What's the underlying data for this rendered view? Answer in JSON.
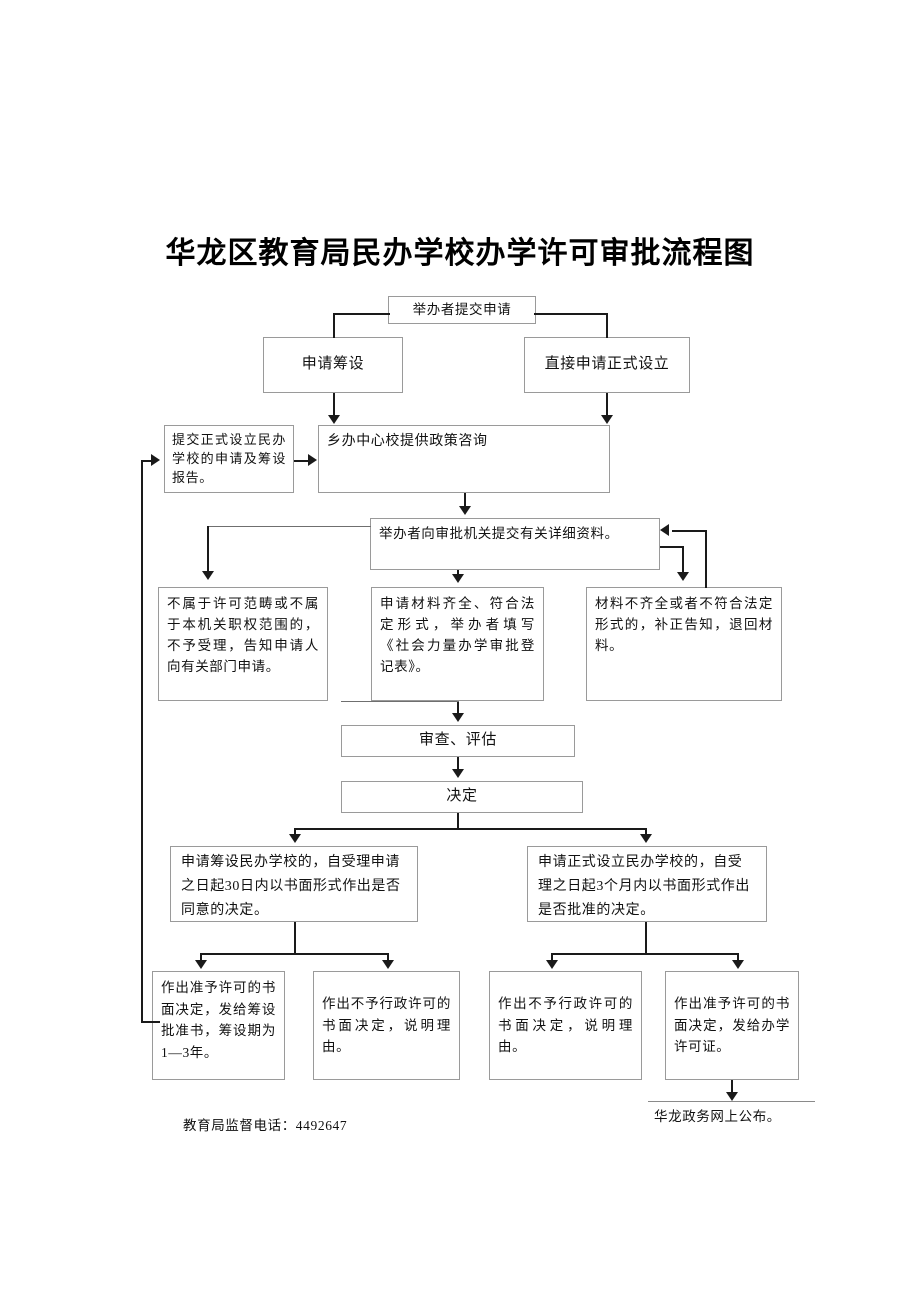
{
  "document": {
    "title": "华龙区教育局民办学校办学许可审批流程图"
  },
  "flowchart": {
    "type": "flowchart",
    "nodes": {
      "submit_application": "举办者提交申请",
      "apply_preparation": "申请筹设",
      "apply_formal_direct": "直接申请正式设立",
      "submit_formal_setup_report": "提交正式设立民办学校的申请及筹设报告。",
      "township_center_consult": "乡办中心校提供政策咨询",
      "submit_detailed_materials": "举办者向审批机关提交有关详细资料。",
      "out_of_scope_reject": "不属于许可范畴或不属于本机关职权范围的，不予受理，告知申请人向有关部门申请。",
      "materials_complete_fill_form": "申请材料齐全、符合法定形式，举办者填写《社会力量办学审批登记表》。",
      "materials_incomplete_return": "材料不齐全或者不符合法定形式的，补正告知，退回材料。",
      "review_evaluate": "审查、评估",
      "decision": "决定",
      "preparation_decision_30days": "申请筹设民办学校的，自受理申请之日起30日内以书面形式作出是否同意的决定。",
      "formal_decision_3months": "申请正式设立民办学校的，自受理之日起3个月内以书面形式作出是否批准的决定。",
      "grant_preparation_permit": "作出准予许可的书面决定，发给筹设批准书，筹设期为1—3年。",
      "deny_preparation_permit": "作出不予行政许可的书面决定，说明理由。",
      "deny_formal_permit": "作出不予行政许可的书面决定，说明理由。",
      "grant_school_license": "作出准予许可的书面决定，发给办学许可证。",
      "publish_online": "华龙政务网上公布。"
    },
    "footer": {
      "supervision_phone": "教育局监督电话：4492647"
    }
  }
}
